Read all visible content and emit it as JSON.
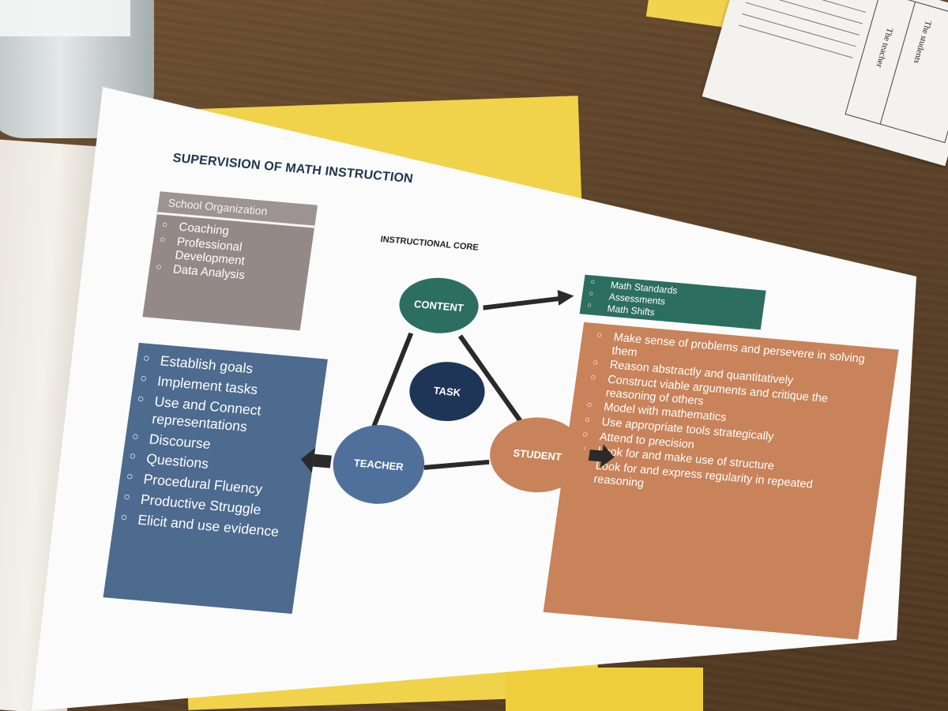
{
  "document": {
    "title": "SUPERVISION OF MATH INSTRUCTION",
    "core_label": "INSTRUCTIONAL CORE"
  },
  "school_organization": {
    "header": "School Organization",
    "items": [
      "Coaching",
      "Professional Development",
      "Data Analysis"
    ]
  },
  "teacher_box": {
    "items": [
      "Establish goals",
      "Implement tasks",
      "Use and Connect representations",
      "Discourse",
      "Questions",
      "Procedural Fluency",
      "Productive Struggle",
      "Elicit and use evidence"
    ]
  },
  "content_box": {
    "items": [
      "Math Standards",
      "Assessments",
      "Math Shifts"
    ]
  },
  "student_box": {
    "items": [
      "Make sense of problems and persevere in solving them",
      "Reason abstractly and quantitatively",
      "Construct viable arguments and critique the reasoning of others",
      "Model with mathematics",
      "Use appropriate tools strategically",
      "Attend to precision",
      "Look for and make use of structure",
      "Look for and express regularity in repeated reasoning"
    ]
  },
  "circles": {
    "content": "CONTENT",
    "task": "TASK",
    "teacher": "TEACHER",
    "student": "STUDENT"
  },
  "bullet_glyph": "○",
  "background_paper": {
    "col1": "The teacher",
    "col2": "The students"
  },
  "colors": {
    "navy": "#1f3557",
    "teal": "#2c6e60",
    "steel_blue": "#4d6a8f",
    "taupe": "#958988",
    "terracotta": "#c8835a"
  }
}
